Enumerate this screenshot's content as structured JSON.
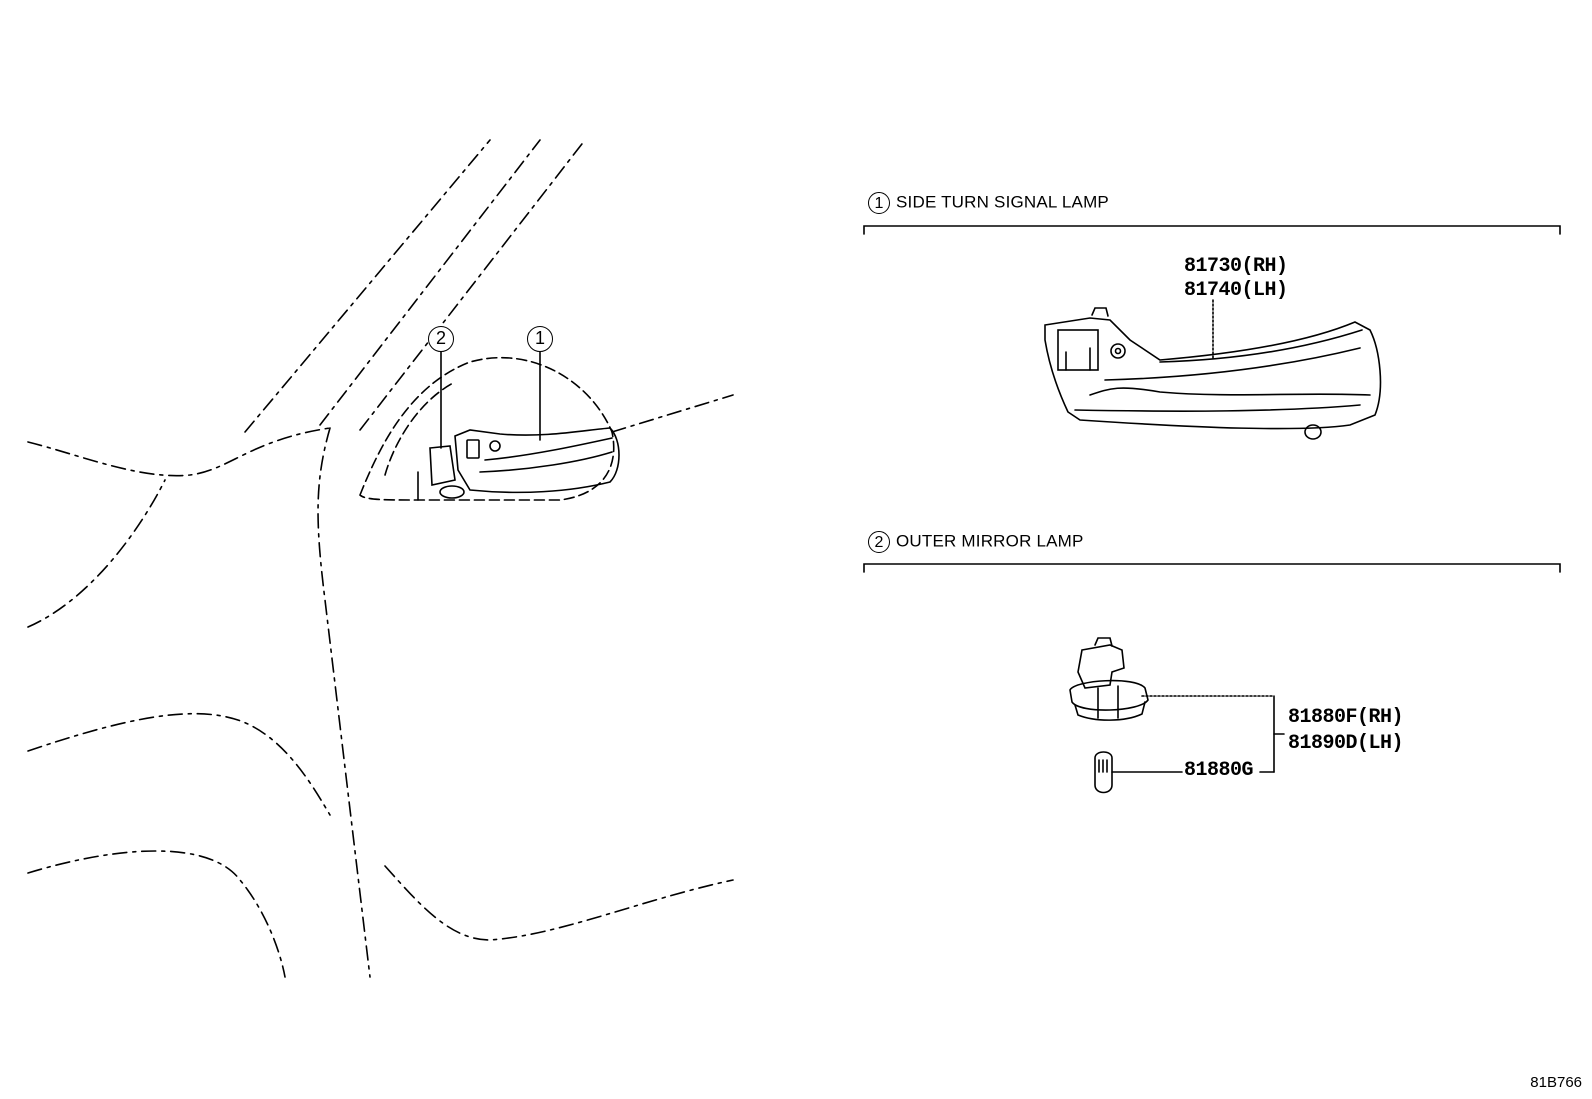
{
  "sections": [
    {
      "index": "1",
      "title": "SIDE TURN SIGNAL LAMP"
    },
    {
      "index": "2",
      "title": "OUTER MIRROR LAMP"
    }
  ],
  "callouts": {
    "c1": "1",
    "c2": "2"
  },
  "parts": {
    "p81730": "81730(RH)",
    "p81740": "81740(LH)",
    "p81880f": "81880F(RH)",
    "p81890d": "81890D(LH)",
    "p81880g": "81880G"
  },
  "illustration_code": "81B766"
}
